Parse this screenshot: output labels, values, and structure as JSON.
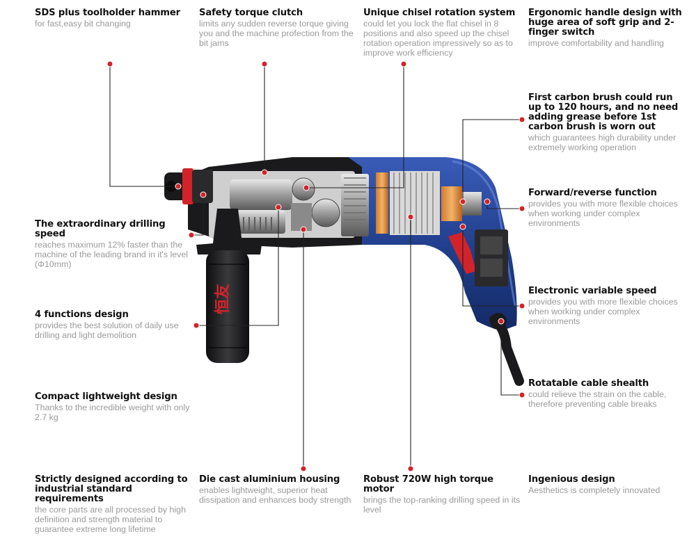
{
  "features": [
    {
      "id": "sds",
      "title": "SDS plus toolholder hammer",
      "desc": "for fast,easy bit changing"
    },
    {
      "id": "clutch",
      "title": "Safety torque clutch",
      "desc": "limits any sudden reverse torque giving you and the machine profection from the bit jams"
    },
    {
      "id": "chisel",
      "title": "Unique chisel rotation system",
      "desc": "could let you lock the flat chisel in 8 positions  and also speed up the chisel rotation operation impressively so as to improve work efficiency"
    },
    {
      "id": "handle",
      "title": "Ergonomic handle design with huge area of soft grip and 2-finger switch",
      "desc": "improve comfortability and handling"
    },
    {
      "id": "brush",
      "title": "First carbon brush could run up to 120 hours, and no need adding grease before 1st carbon brush is worn out",
      "desc": "which guarantees high durability under extremely working operation"
    },
    {
      "id": "speed",
      "title": "The extraordinary drilling speed",
      "desc": "reaches maximum 12% faster than the machine of the leading brand in it's level (Φ10mm)"
    },
    {
      "id": "reverse",
      "title": "Forward/reverse function",
      "desc": "provides you with more flexible choices when working under complex environments"
    },
    {
      "id": "functions",
      "title": "4 functions design",
      "desc": "provides the best solution of daily use drilling and light demolition"
    },
    {
      "id": "variable",
      "title": "Electronic variable speed",
      "desc": "provides you with more flexible choices when working under complex environments"
    },
    {
      "id": "cable",
      "title": "Rotatable cable shealth",
      "desc": "could relieve the strain on the cable, therefore preventing cable breaks"
    },
    {
      "id": "compact",
      "title": "Compact lightweight design",
      "desc": "Thanks to the incredible weight with only 2.7 kg"
    },
    {
      "id": "standard",
      "title": "Strictly designed according to industrial standard requirements",
      "desc": "the core parts are all processed by high definition and strength material to guarantee extreme long lifetime"
    },
    {
      "id": "housing",
      "title": "Die cast aluminium housing",
      "desc": "enables lightweight, superior heat dissipation and enhances body strength"
    },
    {
      "id": "motor",
      "title": "Robust 720W high torque motor",
      "desc": "brings the top-ranking drilling speed in its level"
    },
    {
      "id": "design",
      "title": "Ingenious design",
      "desc": "Aesthetics is completely innovated"
    }
  ],
  "brand": {
    "logo_text": "恒友"
  },
  "colors": {
    "accent": "#d2232a",
    "body_blue": "#23408f",
    "title_text": "#111111",
    "desc_text": "#9a9a9a"
  }
}
